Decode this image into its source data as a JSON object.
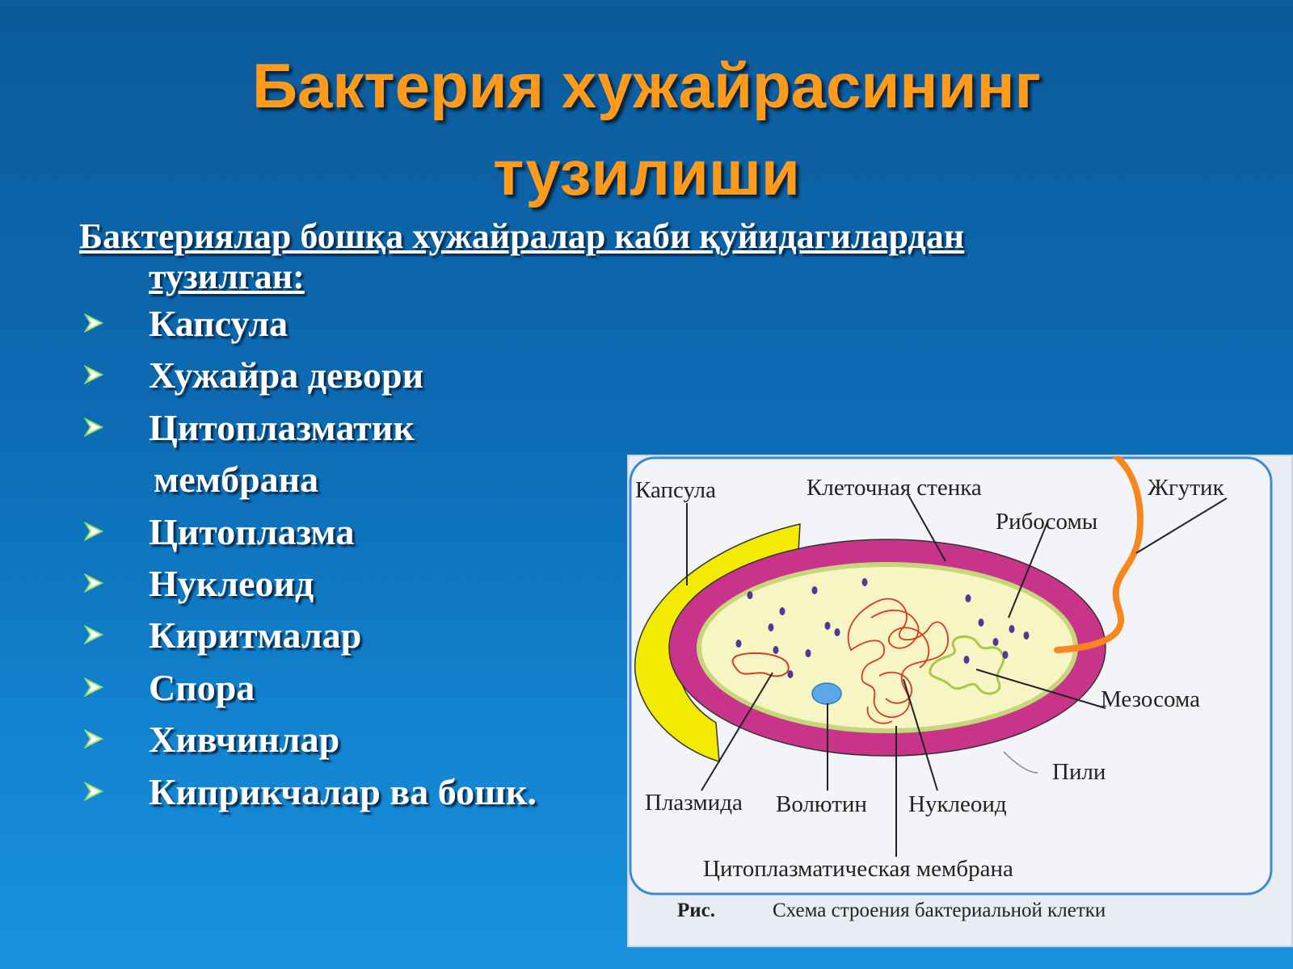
{
  "title": {
    "line1": "Бактерия хужайрасининг",
    "line2": "тузилиши"
  },
  "intro": {
    "line1": "Бактериялар  бошқа хужайралар каби қуйидагилардан",
    "line2": "тузилган:"
  },
  "items": [
    {
      "label": "Капсула",
      "bullet": true
    },
    {
      "label": "Хужайра девори",
      "bullet": true
    },
    {
      "label": "Цитоплазматик",
      "bullet": true
    },
    {
      "label": "мембрана",
      "bullet": false
    },
    {
      "label": "Цитоплазма",
      "bullet": true
    },
    {
      "label": "Нуклеоид",
      "bullet": true
    },
    {
      "label": "Киритмалар",
      "bullet": true
    },
    {
      "label": "Спора",
      "bullet": true
    },
    {
      "label": "Хивчинлар",
      "bullet": true
    },
    {
      "label": "Киприкчалар ва бошк.",
      "bullet": true
    }
  ],
  "figure": {
    "labels": {
      "capsule": "Капсула",
      "cell_wall": "Клеточная стенка",
      "flagellum": "Жгутик",
      "ribosomes": "Рибосомы",
      "mesosome": "Мезосома",
      "pili": "Пили",
      "plasmid": "Плазмида",
      "volutin": "Волютин",
      "nucleoid": "Нуклеоид",
      "membrane": "Цитоплазматическая мембрана"
    },
    "caption_prefix": "Рис.",
    "caption": "Схема строения бактериальной клетки"
  },
  "colors": {
    "title": "#ff9a1a",
    "capsule": "#f2ea00",
    "cell_wall": "#c8348a",
    "cytoplasm": "#f7f5c4",
    "flagellum": "#f7861e",
    "nucleoid": "#d93a1c",
    "mesosome": "#a8c94a",
    "ribosome": "#4a3a9a",
    "volutin": "#5aa8e8",
    "bullet": "#8fe06a"
  },
  "icons": {
    "bullet": "arrowhead-bullet-icon"
  }
}
